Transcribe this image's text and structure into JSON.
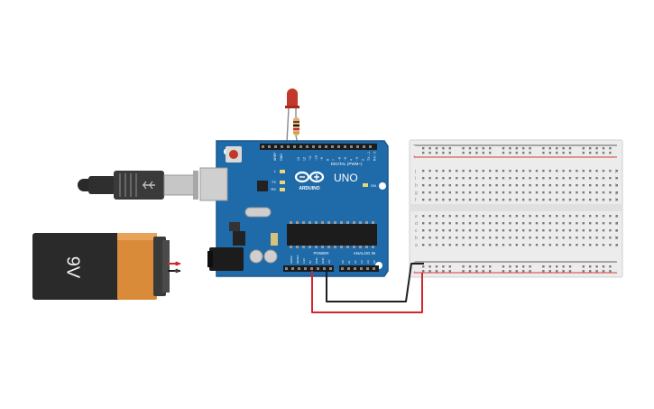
{
  "battery": {
    "label": "9V",
    "colors": {
      "body": "#2a2a2a",
      "cap": "#d98b3a"
    }
  },
  "arduino": {
    "brand": "ARDUINO",
    "model": "UNO",
    "header_digital_label": "DIGITAL (PWM~)",
    "header_power_label": "POWER",
    "header_analog_label": "ANALOG IN",
    "aref_label": "AREF",
    "gnd_label": "GND",
    "on_label": "ON",
    "l_label": "L",
    "tx_label": "TX",
    "rx_label": "RX",
    "digital_pins": [
      "13",
      "12",
      "~11",
      "~10",
      "~9",
      "8",
      "7",
      "~6",
      "~5",
      "4",
      "~3",
      "2",
      "TX→1",
      "RX←0"
    ],
    "power_pins": [
      "IOREF",
      "RESET",
      "3.3V",
      "5V",
      "GND",
      "GND",
      "Vin"
    ],
    "analog_pins": [
      "A0",
      "A1",
      "A2",
      "A3",
      "A4",
      "A5"
    ],
    "colors": {
      "board": "#1f6aa8",
      "board_dark": "#18578c"
    }
  },
  "breadboard": {
    "row_letters_top": [
      "j",
      "i",
      "h",
      "g",
      "f"
    ],
    "row_letters_bottom": [
      "e",
      "d",
      "c",
      "b",
      "a"
    ],
    "column_count": 30,
    "rail_plus": "+",
    "rail_minus": "-",
    "colors": {
      "rail_red": "#d43a3a",
      "rail_black": "#333333"
    }
  },
  "wires": {
    "red": "#d1272b",
    "black": "#1e1e1e",
    "green": "#3a9a3a"
  },
  "led": {
    "color": "#c0392b"
  }
}
